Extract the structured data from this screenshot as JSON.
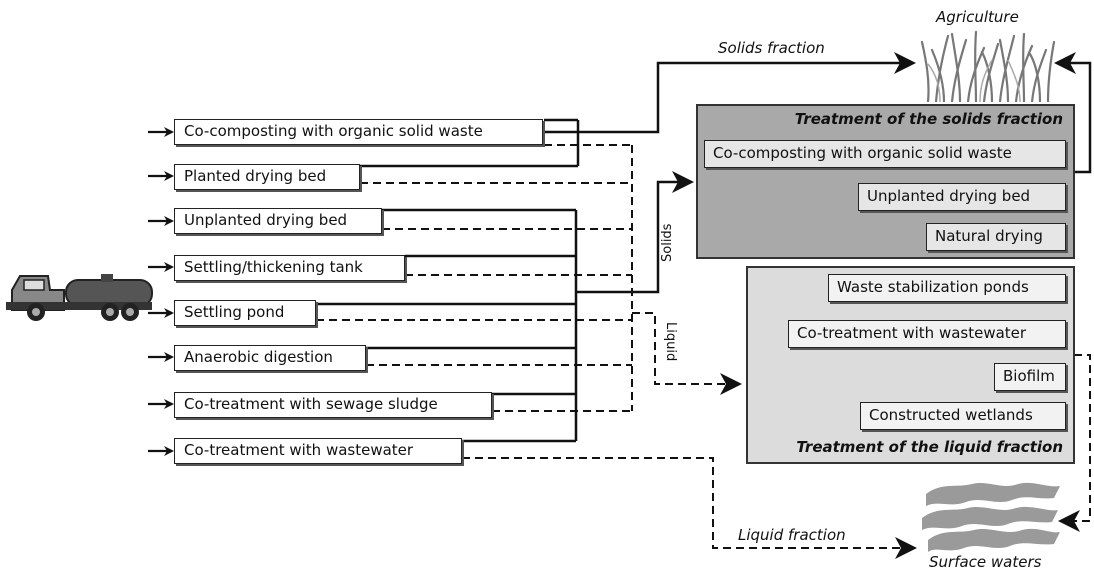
{
  "sources": [
    {
      "label": "Co-composting with organic solid waste"
    },
    {
      "label": "Planted drying bed"
    },
    {
      "label": "Unplanted drying bed"
    },
    {
      "label": "Settling/thickening tank"
    },
    {
      "label": "Settling pond"
    },
    {
      "label": "Anaerobic digestion"
    },
    {
      "label": "Co-treatment with sewage sludge"
    },
    {
      "label": "Co-treatment with wastewater"
    }
  ],
  "solids_panel": {
    "title": "Treatment of the solids fraction",
    "items": [
      "Co-composting with organic solid waste",
      "Unplanted drying bed",
      "Natural drying"
    ]
  },
  "liquid_panel": {
    "title": "Treatment of the liquid fraction",
    "items": [
      "Waste stabilization ponds",
      "Co-treatment with wastewater",
      "Biofilm",
      "Constructed wetlands"
    ]
  },
  "labels": {
    "solids_fraction": "Solids fraction",
    "liquid_fraction": "Liquid fraction",
    "solids": "Solids",
    "liquid": "Liquid",
    "agriculture": "Agriculture",
    "surface_waters": "Surface waters"
  },
  "icons": {
    "truck": "sludge-truck-icon",
    "plants": "agriculture-plants-icon",
    "water": "surface-water-icon"
  }
}
